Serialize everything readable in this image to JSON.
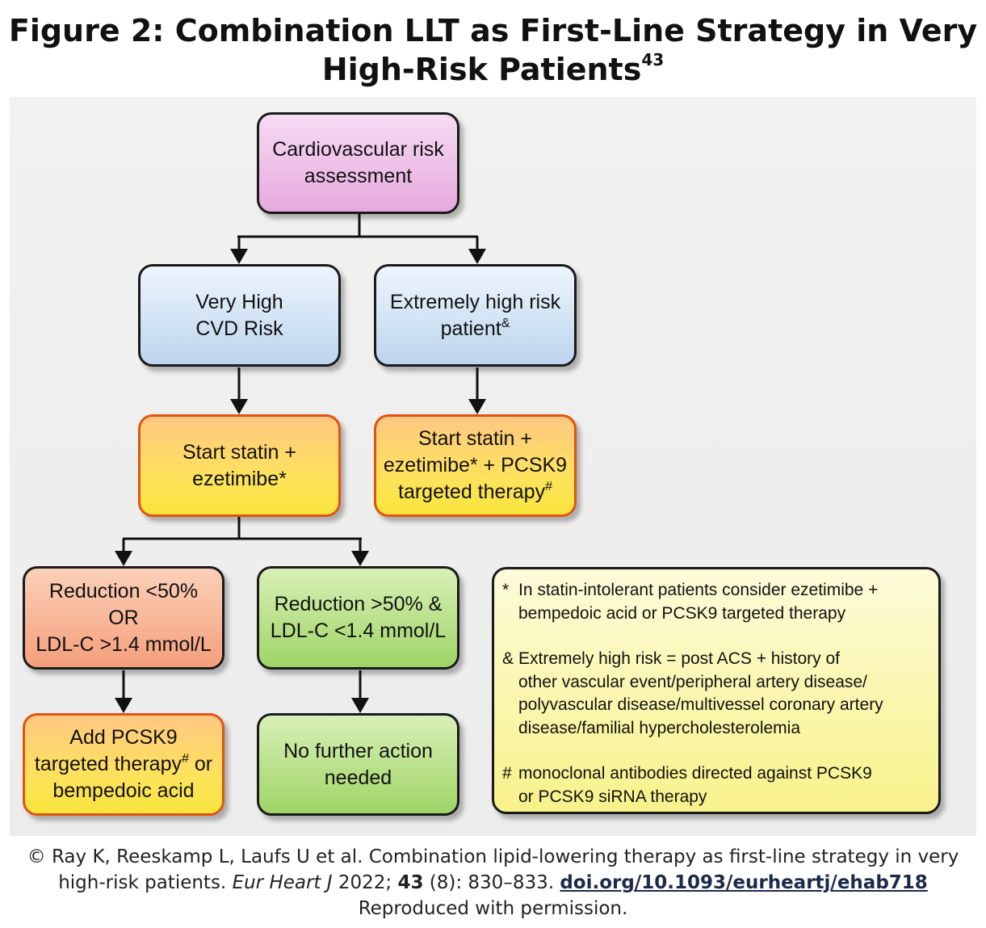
{
  "figure": {
    "title_line1": "Figure 2: Combination LLT as First-Line Strategy in Very",
    "title_line2": "High-Risk Patients",
    "title_ref": "43"
  },
  "nodes": {
    "cv_assessment": {
      "line1": "Cardiovascular risk",
      "line2": "assessment"
    },
    "very_high": {
      "line1": "Very High",
      "line2": "CVD Risk"
    },
    "extremely_high": {
      "line1": "Extremely high risk",
      "line2": "patient",
      "mark": "&"
    },
    "statin_ezetimibe": {
      "line1": "Start statin +",
      "line2": "ezetimibe*"
    },
    "statin_ezetimibe_pcsk9": {
      "line1": "Start statin +",
      "line2": "ezetimibe* + PCSK9",
      "line3": "targeted therapy",
      "mark": "#"
    },
    "reduction_low": {
      "line1": "Reduction <50%",
      "line2": "OR",
      "line3": "LDL-C >1.4 mmol/L"
    },
    "reduction_high": {
      "line1": "Reduction >50% &",
      "line2": "LDL-C <1.4 mmol/L"
    },
    "add_pcsk9": {
      "line1": "Add PCSK9",
      "line2a": "targeted therapy",
      "mark": "#",
      "line2b": " or",
      "line3": "bempedoic acid"
    },
    "no_action": {
      "line1": "No further action",
      "line2": "needed"
    }
  },
  "notes": [
    {
      "symbol": "*",
      "lines": [
        "In statin-intolerant patients consider ezetimibe +",
        "bempedoic acid or PCSK9 targeted therapy"
      ]
    },
    {
      "symbol": "&",
      "lines": [
        "Extremely high risk = post ACS + history of",
        "other vascular event/peripheral artery disease/",
        "polyvascular disease/multivessel coronary artery",
        "disease/familial hypercholesterolemia"
      ]
    },
    {
      "symbol": "#",
      "lines": [
        "monoclonal antibodies directed against PCSK9",
        "or PCSK9 siRNA therapy"
      ]
    }
  ],
  "caption": {
    "line1": "© Ray K, Reeskamp L, Laufs U et al. Combination lipid-lowering therapy as first-line strategy in very",
    "pre_journal": "high-risk patients. ",
    "journal": "Eur Heart J",
    "year": " 2022; ",
    "volume": "43",
    "pages": " (8): 830–833. ",
    "doi": "doi.org/10.1093/eurheartj/ehab718",
    "line3": "Reproduced with permission."
  }
}
